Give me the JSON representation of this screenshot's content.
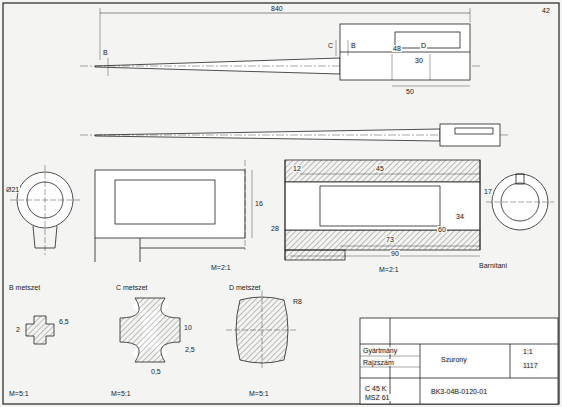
{
  "diagram": {
    "labels": [
      "42",
      "840",
      "48",
      "30",
      "50",
      "B",
      "B",
      "C",
      "D",
      "M=2:1",
      "M=2:1",
      "Ø21",
      "16",
      "28",
      "12",
      "45",
      "60",
      "73",
      "90",
      "34",
      "17",
      "Barnítani",
      "B metszet",
      "C metszet",
      "D metszet",
      "6,5",
      "2",
      "10",
      "0,5",
      "R8",
      "2,5",
      "M=5:1",
      "M=5:1",
      "M=5:1",
      "Gyártmány",
      "Rajzszám",
      "Szurony",
      "C 45 K",
      "MSZ 61",
      "BK3-04B-0120-01",
      "1:1",
      "1117"
    ]
  }
}
